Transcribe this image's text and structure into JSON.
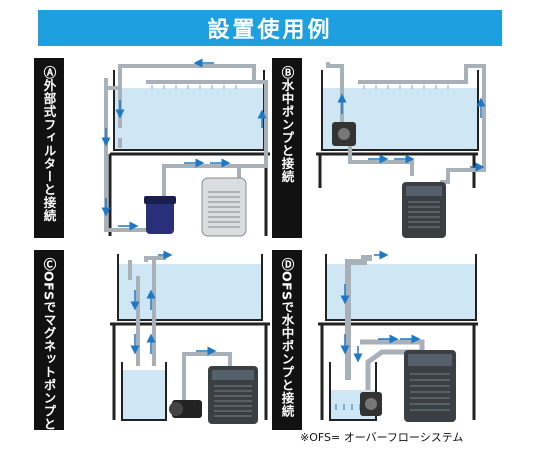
{
  "title": "設置使用例",
  "panels": [
    {
      "label": "Ⓐ外部式フィルターと接続"
    },
    {
      "label": "Ⓑ水中ポンプと接続"
    },
    {
      "label": "ⒸOFSでマグネットポンプと接続"
    },
    {
      "label": "ⒹOFSで水中ポンプと接続"
    }
  ],
  "footnote": "※OFS= オーバーフローシステム",
  "colors": {
    "banner": "#1ea0e0",
    "water": "#cfe7f5",
    "pipe": "#a8b0b8",
    "arrow": "#1e78c8",
    "label_bg": "#111111"
  }
}
